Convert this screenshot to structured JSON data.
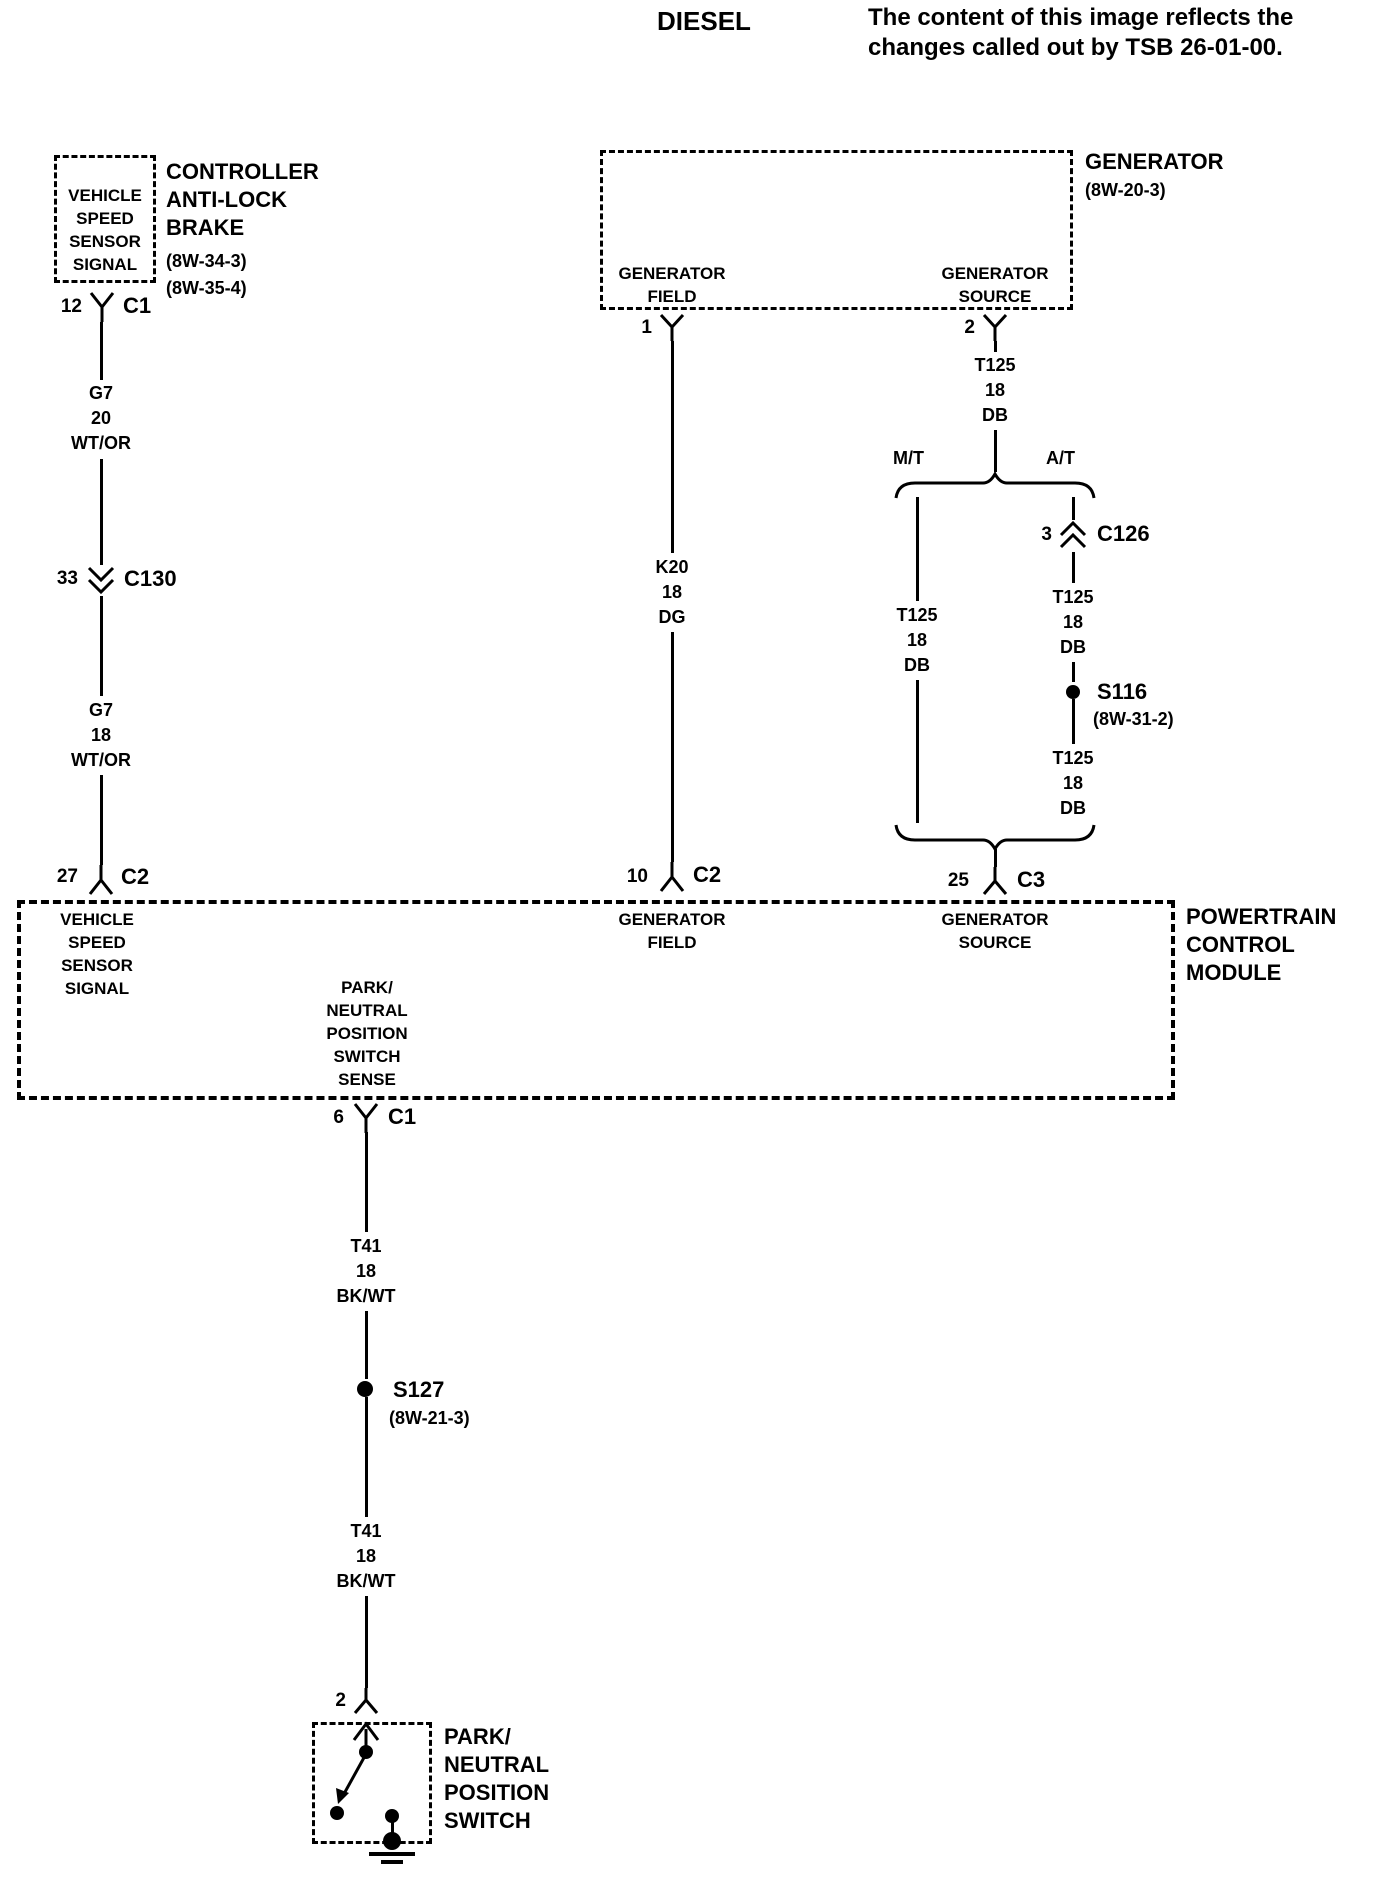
{
  "header": {
    "title": "DIESEL",
    "note_line1": "The content of this image reflects the",
    "note_line2": "changes called out by TSB 26-01-00."
  },
  "abs_module": {
    "signal_lines": [
      "VEHICLE",
      "SPEED",
      "SENSOR",
      "SIGNAL"
    ],
    "title_lines": [
      "CONTROLLER",
      "ANTI-LOCK",
      "BRAKE"
    ],
    "refs": [
      "(8W-34-3)",
      "(8W-35-4)"
    ],
    "connector_c1": {
      "pin": "12",
      "label": "C1"
    }
  },
  "left_circuit": {
    "wire1": [
      "G7",
      "20",
      "WT/OR"
    ],
    "connector_c130": {
      "pin": "33",
      "label": "C130"
    },
    "wire2": [
      "G7",
      "18",
      "WT/OR"
    ],
    "connector_c2": {
      "pin": "27",
      "label": "C2"
    }
  },
  "generator": {
    "title": "GENERATOR",
    "ref": "(8W-20-3)",
    "field_lines": [
      "GENERATOR",
      "FIELD"
    ],
    "source_lines": [
      "GENERATOR",
      "SOURCE"
    ],
    "pin_field": "1",
    "pin_source": "2"
  },
  "field_circuit": {
    "wire": [
      "K20",
      "18",
      "DG"
    ],
    "connector_c2": {
      "pin": "10",
      "label": "C2"
    }
  },
  "source_circuit": {
    "wire1": [
      "T125",
      "18",
      "DB"
    ],
    "branch_left_label": "M/T",
    "branch_right_label": "A/T",
    "mt_wire": [
      "T125",
      "18",
      "DB"
    ],
    "connector_c126": {
      "pin": "3",
      "label": "C126"
    },
    "at_wire1": [
      "T125",
      "18",
      "DB"
    ],
    "splice_s116": {
      "label": "S116",
      "ref": "(8W-31-2)"
    },
    "at_wire2": [
      "T125",
      "18",
      "DB"
    ],
    "connector_c3": {
      "pin": "25",
      "label": "C3"
    }
  },
  "pcm": {
    "title_lines": [
      "POWERTRAIN",
      "CONTROL",
      "MODULE"
    ],
    "vss_lines": [
      "VEHICLE",
      "SPEED",
      "SENSOR",
      "SIGNAL"
    ],
    "pnp_sense_lines": [
      "PARK/",
      "NEUTRAL",
      "POSITION",
      "SWITCH",
      "SENSE"
    ],
    "gen_field_lines": [
      "GENERATOR",
      "FIELD"
    ],
    "gen_source_lines": [
      "GENERATOR",
      "SOURCE"
    ],
    "connector_c1": {
      "pin": "6",
      "label": "C1"
    }
  },
  "pnp_circuit": {
    "wire1": [
      "T41",
      "18",
      "BK/WT"
    ],
    "splice_s127": {
      "label": "S127",
      "ref": "(8W-21-3)"
    },
    "wire2": [
      "T41",
      "18",
      "BK/WT"
    ],
    "pin": "2",
    "switch_title_lines": [
      "PARK/",
      "NEUTRAL",
      "POSITION",
      "SWITCH"
    ]
  }
}
